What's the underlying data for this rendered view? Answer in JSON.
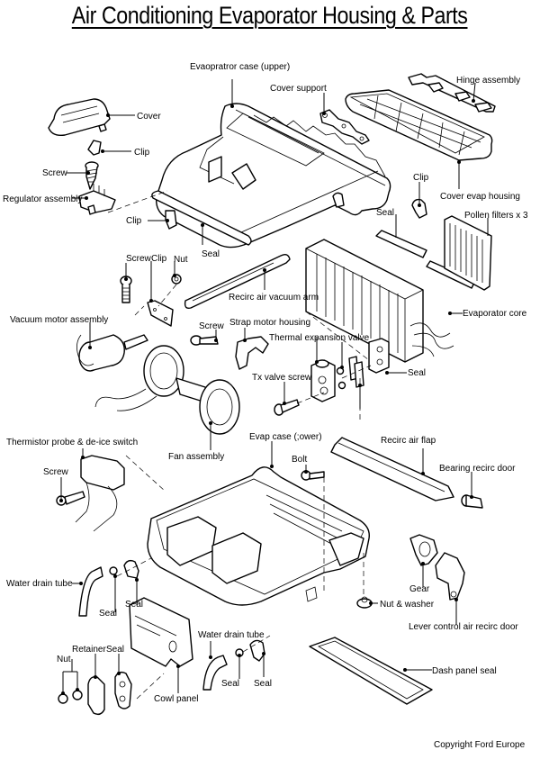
{
  "title": "Air Conditioning Evaporator Housing & Parts",
  "labels": {
    "evap_case_upper": "Evaopratror case (upper)",
    "cover_support": "Cover support",
    "hinge_assembly": "Hinge assembly",
    "cover": "Cover",
    "clip_1": "Clip",
    "screw_1": "Screw",
    "regulator_assembly": "Regulator assembly",
    "clip_2": "Clip",
    "seal_1": "Seal",
    "clip_3": "Clip",
    "cover_evap_housing": "Cover evap housing",
    "seal_2": "Seal",
    "pollen_filters": "Pollen filters x 3",
    "screw_2": "Screw",
    "clip_4": "Clip",
    "nut_1": "Nut",
    "recirc_air_vacuum_arm": "Recirc air vacuum arm",
    "vacuum_motor_assembly": "Vacuum motor assembly",
    "screw_3": "Screw",
    "strap_motor_housing": "Strap motor housing",
    "thermal_expansion_valve": "Thermal expansion valve",
    "evaporator_core": "Evaporator core",
    "tx_valve_screw": "Tx valve screw",
    "seal_3": "Seal",
    "thermistor_probe": "Thermistor probe & de-ice switch",
    "fan_assembly": "Fan assembly",
    "evap_case_lower": "Evap case (;ower)",
    "bolt": "Bolt",
    "recirc_air_flap": "Recirc air flap",
    "bearing_recirc_door": "Bearing recirc door",
    "screw_4": "Screw",
    "water_drain_tube_1": "Water drain tube",
    "seal_4": "Seal",
    "seal_5": "Seal",
    "gear": "Gear",
    "nut_washer": "Nut & washer",
    "lever_control": "Lever control air recirc door",
    "water_drain_tube_2": "Water drain tube",
    "nut_2": "Nut",
    "retainer": "Retainer",
    "seal_6": "Seal",
    "cowl_panel": "Cowl panel",
    "seal_7": "Seal",
    "seal_8": "Seal",
    "dash_panel_seal": "Dash panel seal"
  },
  "copyright": "Copyright Ford Europe"
}
